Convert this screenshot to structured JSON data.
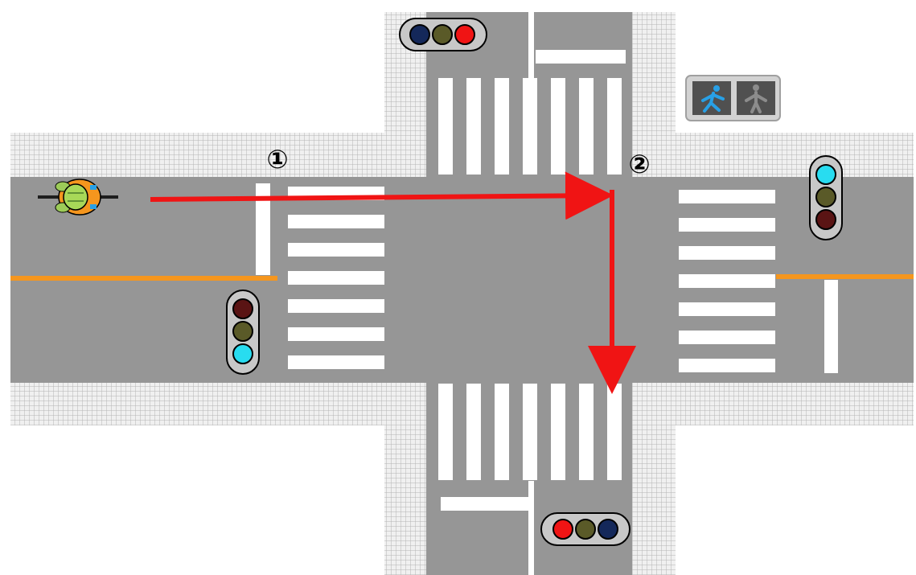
{
  "labels": {
    "point_1": "①",
    "point_2": "②"
  },
  "colors": {
    "road": "#969696",
    "sidewalk": "#f0f0f0",
    "sidewalk_grid": "#b4b4b4",
    "crosswalk": "#ffffff",
    "center_line": "#f5961e",
    "route_arrow": "#f01414",
    "signal_red": "#f01414",
    "signal_red_dim": "#5a1414",
    "signal_yellow_dim": "#5a5a28",
    "signal_blue_on": "#28dcf0",
    "signal_blue_dim": "#14285a",
    "ped_signal_on": "#28a0e6",
    "ped_signal_off": "#8c8c8c"
  },
  "traffic_signals": [
    {
      "id": "north",
      "orientation": "horizontal",
      "lamps": [
        "blue-dim",
        "yellow-dim",
        "red-on"
      ]
    },
    {
      "id": "east",
      "orientation": "vertical",
      "lamps": [
        "blue-on",
        "yellow-dim",
        "red-dim"
      ]
    },
    {
      "id": "west",
      "orientation": "vertical",
      "lamps": [
        "red-dim",
        "yellow-dim",
        "blue-on"
      ]
    },
    {
      "id": "south",
      "orientation": "horizontal",
      "lamps": [
        "red-on",
        "yellow-dim",
        "blue-dim"
      ]
    }
  ],
  "pedestrian_signal": {
    "walk": "on",
    "stop": "off"
  },
  "route": [
    {
      "from": "cyclist",
      "to": "point_2",
      "direction": "east"
    },
    {
      "from": "point_2",
      "to": "south_crosswalk",
      "direction": "south"
    }
  ]
}
